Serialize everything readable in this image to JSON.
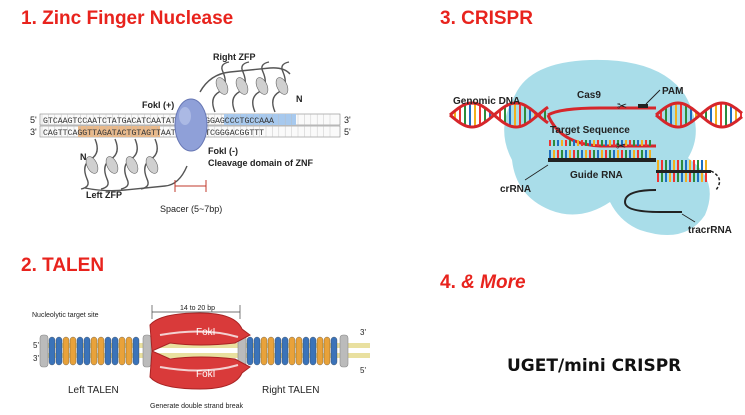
{
  "sections": {
    "zfn_title": "1. Zinc Finger Nuclease",
    "talen_title": "2. TALEN",
    "crispr_title": "3. CRISPR",
    "more_title_num": "4.",
    "more_title_text": "& More",
    "uget_text": "UGET/mini CRISPR"
  },
  "zfn": {
    "right_zfp": "Right ZFP",
    "left_zfp": "Left ZFP",
    "foki_plus": "FokI (+)",
    "foki_minus": "FokI (-)",
    "cleavage": "Cleavage domain of ZNF",
    "spacer": "Spacer (5~7bp)",
    "n_top": "N",
    "n_bottom": "N",
    "strand_top_5": "5'",
    "strand_top_3": "3'",
    "strand_bot_3": "3'",
    "strand_bot_5": "5'",
    "seq_top": "GTCAAGTCCAATCTATGACATCAATATTAGATCGGAGCCCTGCCAAA",
    "seq_bottom": "CAGTTCAGGTTAGATACTGTAGTTAATCTAGCCTCGGGACGGTTT"
  },
  "talen": {
    "nucleolytic": "Nucleolytic target site",
    "bp_range": "14 to 20 bp",
    "foki_top": "FokI",
    "foki_bottom": "FokI",
    "left": "Left TALEN",
    "right": "Right TALEN",
    "break": "Generate double strand break",
    "left_5": "5'",
    "left_3": "3'",
    "right_3": "3'",
    "right_5": "5'"
  },
  "crispr": {
    "genomic": "Genomic DNA",
    "cas9": "Cas9",
    "pam": "PAM",
    "target": "Target Sequence",
    "guide": "Guide RNA",
    "crrna": "crRNA",
    "tracrrna": "tracrRNA"
  },
  "colors": {
    "title_red": "#e8231d",
    "cas9_blue": "#a9dde9",
    "dna_red": "#d6262b",
    "fok_red": "#d93a3a",
    "zfn_blue": "#8fa0d8",
    "repeat_blue": "#3b73b9",
    "repeat_green": "#4caf50",
    "repeat_orange": "#e8a23a",
    "repeat_red": "#d94a4a"
  }
}
